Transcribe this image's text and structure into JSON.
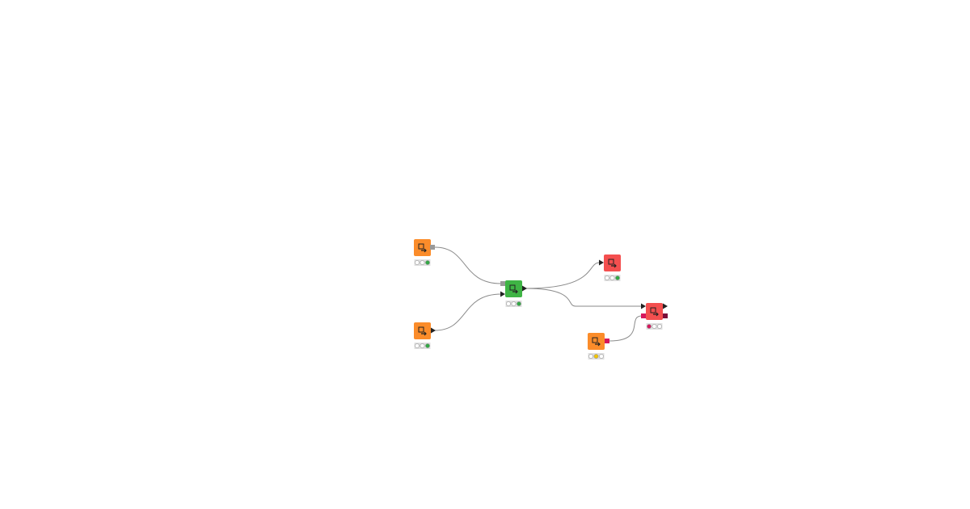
{
  "colors": {
    "source": "#fb8c2a",
    "manipulator": "#3fb445",
    "sink": "#f44f4f",
    "connection": "#8a8a8a",
    "flow_port": "#9a9a9a",
    "data_port": "#222222",
    "image_port": "#d6175c",
    "image_port_dark": "#7a0f3a",
    "status_bg": "#e0e0e0",
    "green": "#33a845",
    "yellow": "#f2c500",
    "red": "#d6175c",
    "empty": "#ffffff"
  },
  "nodes": [
    {
      "id": "n1",
      "kind": "source",
      "icon": "file-reader-icon",
      "status": "executed"
    },
    {
      "id": "n2",
      "kind": "source",
      "icon": "table-reader-icon",
      "status": "executed"
    },
    {
      "id": "n3",
      "kind": "manipulator",
      "icon": "join-icon",
      "status": "executed"
    },
    {
      "id": "n4",
      "kind": "sink",
      "icon": "table-writer-icon",
      "status": "executed"
    },
    {
      "id": "n5",
      "kind": "sink",
      "icon": "image-writer-icon",
      "status": "error"
    },
    {
      "id": "n6",
      "kind": "source",
      "icon": "image-reader-icon",
      "status": "configured"
    }
  ],
  "connections": [
    {
      "from": "n1",
      "to": "n3",
      "type": "flow"
    },
    {
      "from": "n2",
      "to": "n3",
      "type": "data"
    },
    {
      "from": "n3",
      "to": "n4",
      "type": "data"
    },
    {
      "from": "n3",
      "to": "n5",
      "type": "data"
    },
    {
      "from": "n6",
      "to": "n5",
      "type": "image"
    }
  ]
}
